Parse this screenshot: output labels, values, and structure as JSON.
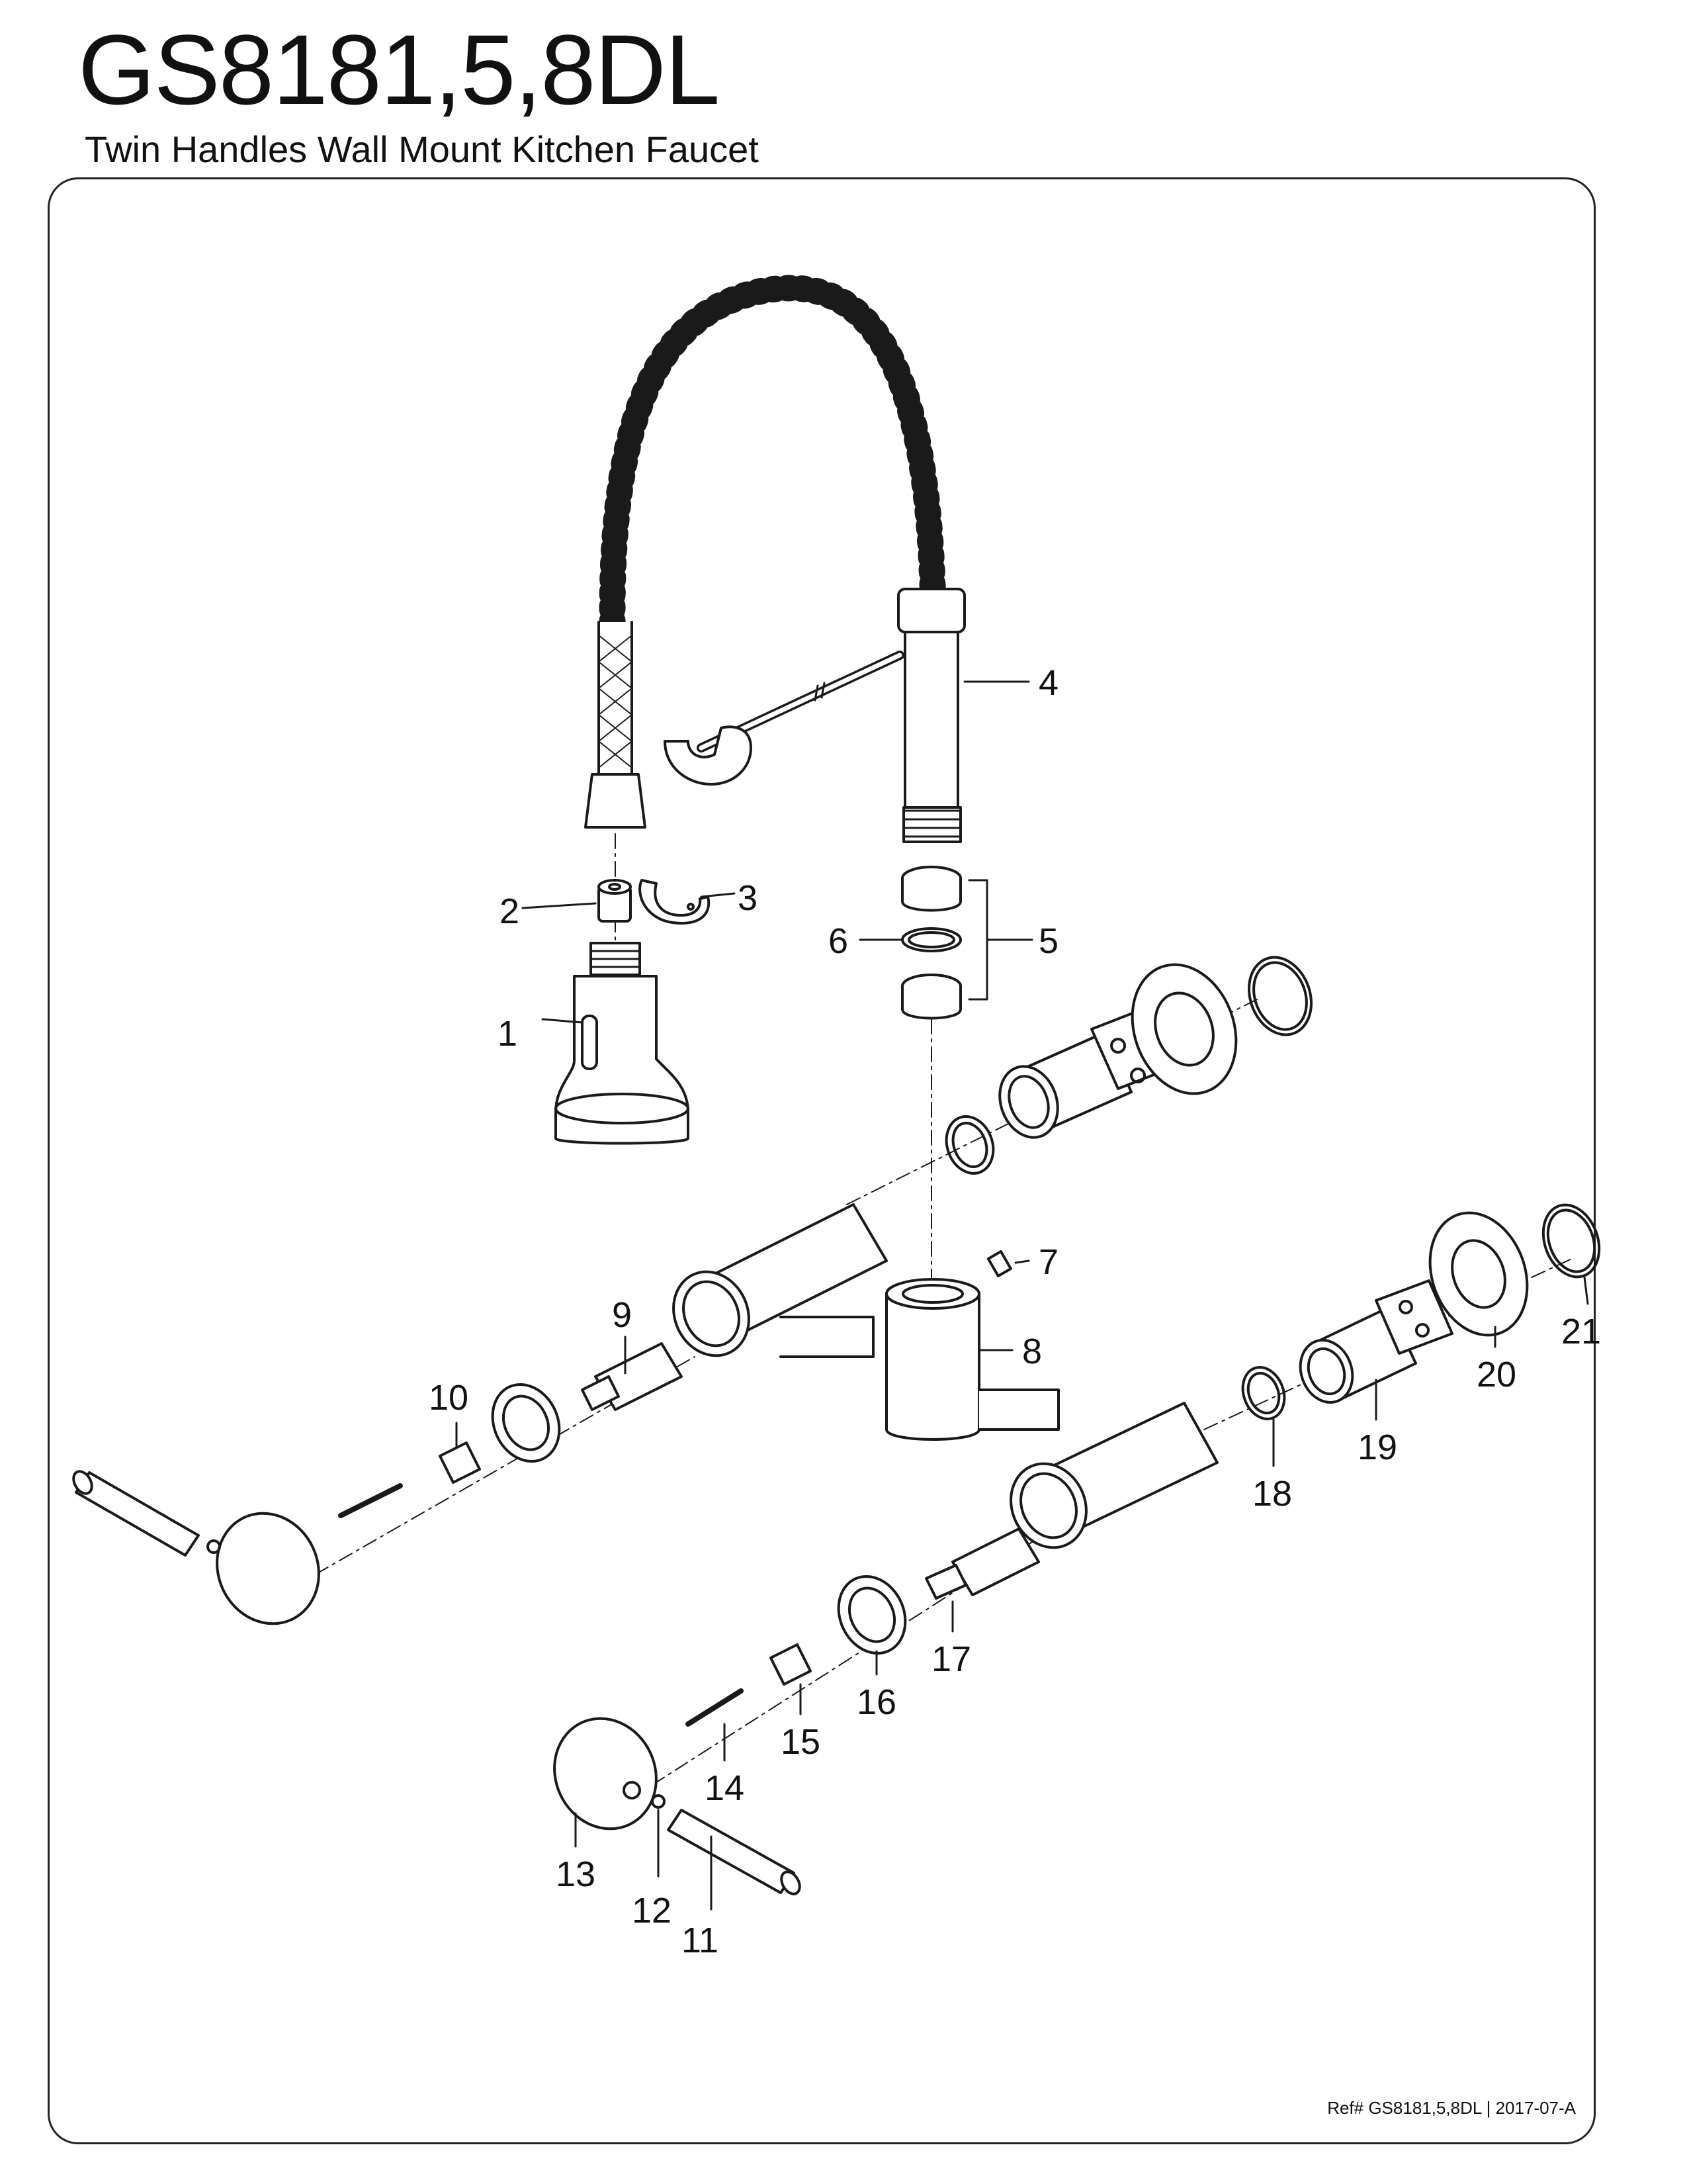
{
  "header": {
    "model": "GS8181,5,8DL",
    "subtitle": "Twin Handles Wall Mount Kitchen Faucet"
  },
  "footer": {
    "reference": "Ref# GS8181,5,8DL | 2017-07-A"
  },
  "callouts": [
    "1",
    "2",
    "3",
    "4",
    "5",
    "6",
    "7",
    "8",
    "9",
    "10",
    "11",
    "12",
    "13",
    "14",
    "15",
    "16",
    "17",
    "18",
    "19",
    "20",
    "21"
  ]
}
